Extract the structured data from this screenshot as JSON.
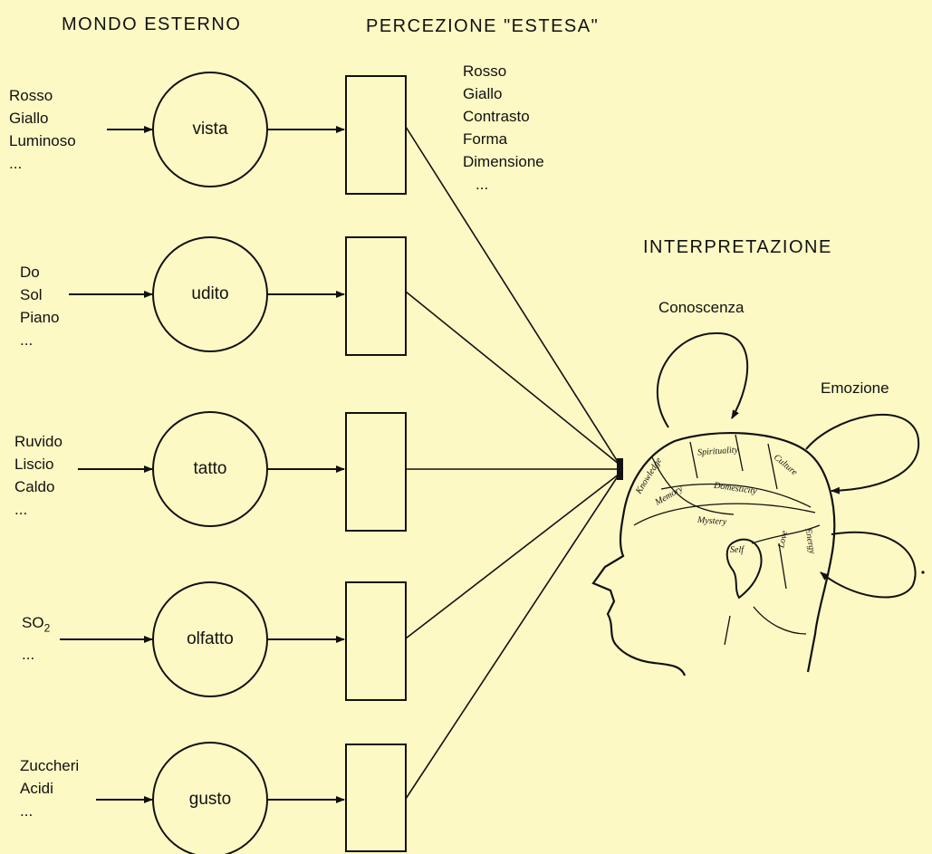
{
  "headers": {
    "external_world": "MONDO ESTERNO",
    "extended_perception": "PERCEZIONE \"ESTESA\"",
    "interpretation": "INTERPRETAZIONE"
  },
  "senses": [
    {
      "name": "vista",
      "stimuli": [
        "Rosso",
        "Giallo",
        "Luminoso",
        "..."
      ]
    },
    {
      "name": "udito",
      "stimuli": [
        "Do",
        "Sol",
        "Piano",
        "..."
      ]
    },
    {
      "name": "tatto",
      "stimuli": [
        "Ruvido",
        "Liscio",
        "Caldo",
        "..."
      ]
    },
    {
      "name": "olfatto",
      "stimuli": [
        "SO",
        "..."
      ],
      "stimulus_subscript": "2"
    },
    {
      "name": "gusto",
      "stimuli": [
        "Zuccheri",
        "Acidi",
        "..."
      ]
    }
  ],
  "perception_features": [
    "Rosso",
    "Giallo",
    "Contrasto",
    "Forma",
    "Dimensione",
    "..."
  ],
  "brain_labels": {
    "knowledge": "Conoscenza",
    "emotion": "Emozione"
  },
  "phrenology_regions": [
    "Spirituality",
    "Culture",
    "Knowledge",
    "Memory",
    "Domesticity",
    "Mystery",
    "Love",
    "Self",
    "Energy"
  ],
  "colors": {
    "background": "#fdf9c4",
    "ink": "#111111"
  }
}
